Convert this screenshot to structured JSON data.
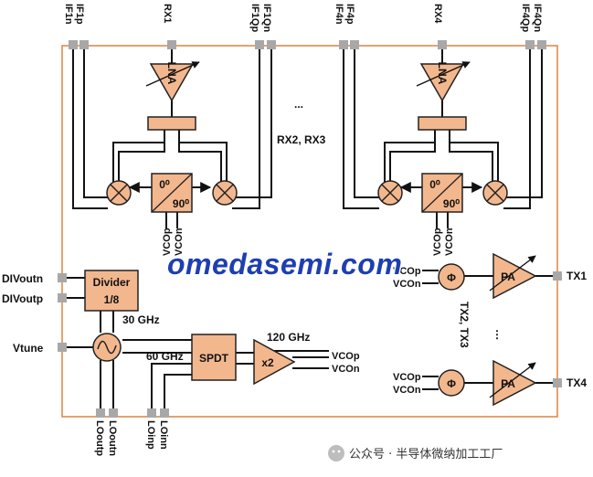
{
  "top_pins": {
    "if1p": "IF1p",
    "if1n": "IF1n",
    "rx1": "RX1",
    "if1qn": "IF1Qn",
    "if1qp": "IF1Qp",
    "if4p": "IF4p",
    "if4n": "IF4n",
    "rx4": "RX4",
    "if4qn": "IF4Qn",
    "if4qp": "IF4Qp"
  },
  "rx_blocks": {
    "lna": "LNA",
    "phase_0": "0⁰",
    "phase_90": "90⁰",
    "vcop": "VCOp",
    "vcon": "VCOn",
    "dots": "...",
    "rx_mid": "RX2, RX3"
  },
  "left_pins": {
    "divoutn": "DIVoutn",
    "divoutp": "DIVoutp",
    "vtune": "Vtune"
  },
  "lo_chain": {
    "divider_line1": "Divider",
    "divider_line2": "1/8",
    "freq_30": "30 GHz",
    "freq_60": "60 GHz",
    "freq_120": "120 GHz",
    "spdt": "SPDT",
    "x2": "x2",
    "vcop_out": "VCOp",
    "vcon_out": "VCOn"
  },
  "bottom_pins": {
    "looutp": "LOoutp",
    "looutn": "LOoutn",
    "loinp": "LOinp",
    "loinn": "LOinn"
  },
  "tx": {
    "vcop": "VCOp",
    "vcon": "VCOn",
    "phi": "Φ",
    "pa": "PA",
    "tx1": "TX1",
    "tx4": "TX4",
    "tx_mid": "TX2, TX3",
    "vdots": "⋮"
  },
  "watermark": "omedasemi.com",
  "footer": "公众号 · 半导体微纳加工工厂",
  "colors": {
    "block_fill": "#f3b78e",
    "border": "#e08b4a",
    "watermark": "#1e3fb0",
    "pin": "#a8a8a8"
  }
}
